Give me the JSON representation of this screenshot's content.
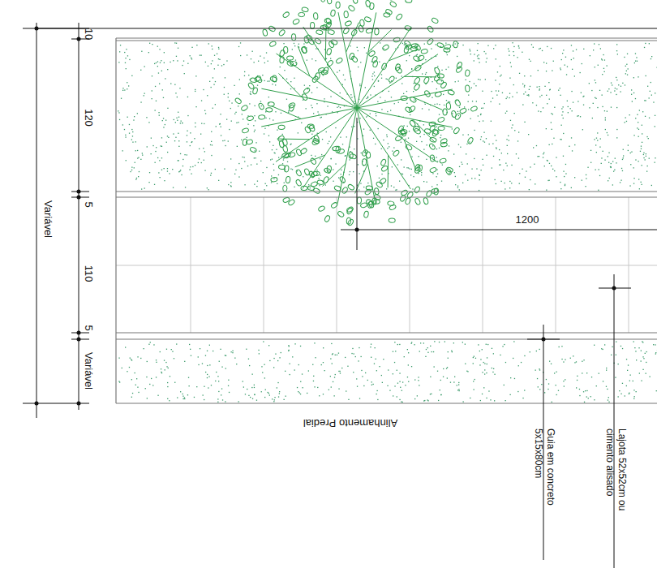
{
  "diagram": {
    "labels": [
      "10",
      "120",
      "5",
      "110",
      "5",
      "Variável",
      "Variável",
      "1200",
      "Alinhamento Predial",
      "Guia em concreto 5x15x80cm",
      "Lajota 52x52cm ou cimento alisado"
    ]
  }
}
